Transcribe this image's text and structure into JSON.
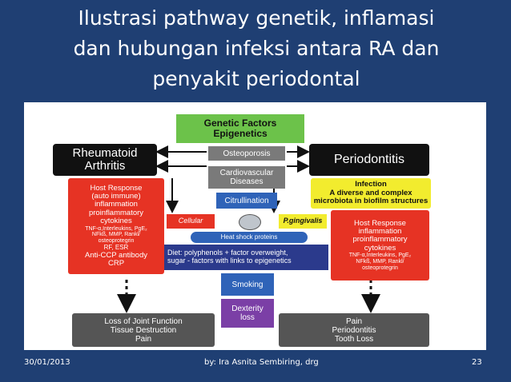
{
  "slide": {
    "title_lines": [
      "Ilustrasi pathway genetik, inflamasi",
      "dan hubungan infeksi antara RA dan",
      "penyakit periodontal"
    ],
    "footer": {
      "date": "30/01/2013",
      "author": "by: Ira Asnita Sembiring, drg",
      "page": "23"
    }
  },
  "diagram": {
    "genetic": [
      "Genetic Factors",
      "Epigenetics"
    ],
    "ra": [
      "Rheumatoid",
      "Arthritis"
    ],
    "perio": "Periodontitis",
    "osteoporosis": "Osteoporosis",
    "cardio": [
      "Cardiovascular",
      "Diseases"
    ],
    "citrullination": "Citrullination",
    "host_left": {
      "lines": [
        "Host Response",
        "(auto immune)",
        "inflammation",
        "proinflammatory",
        "cytokines"
      ],
      "small": [
        "TNF-α,Interleukins, PgE₂",
        "NFkß, MMP, Rankl/",
        "osteoprotegrin"
      ],
      "tail": [
        "RF, ESR",
        "Anti-CCP antibody",
        "CRP"
      ]
    },
    "infection": [
      "Infection",
      "A diverse and complex",
      "microbiota in biofilm structures"
    ],
    "host_right": {
      "lines": [
        "Host Response",
        "inflammation",
        "proinflammatory",
        "cytokines"
      ],
      "small": [
        "TNF-α,Interleukins, PgE₂",
        "NFkß, MMP, Rankl/",
        "osteoprotegrin"
      ]
    },
    "cellular": "Cellular",
    "pgingivalis": "P.gingivalis",
    "heat_shock": "Heat shock proteins",
    "diet": [
      "Diet: polyphenols + factor overweight,",
      "sugar - factors with links to epigenetics"
    ],
    "smoking": "Smoking",
    "dexterity": [
      "Dexterity",
      "loss"
    ],
    "outcome_left": [
      "Loss of Joint Function",
      "Tissue Destruction",
      "Pain"
    ],
    "outcome_right": [
      "Pain",
      "Periodontitis",
      "Tooth Loss"
    ]
  },
  "colors": {
    "background": "#1f3f73",
    "green": "#6cc24a",
    "red": "#e63324",
    "black": "#111111",
    "gray": "#7a7a7a",
    "blue": "#2f63b8",
    "navy": "#2b3a8c",
    "purple": "#7b3fa6",
    "yellow": "#f2ec2e",
    "dark_gray": "#555555"
  }
}
